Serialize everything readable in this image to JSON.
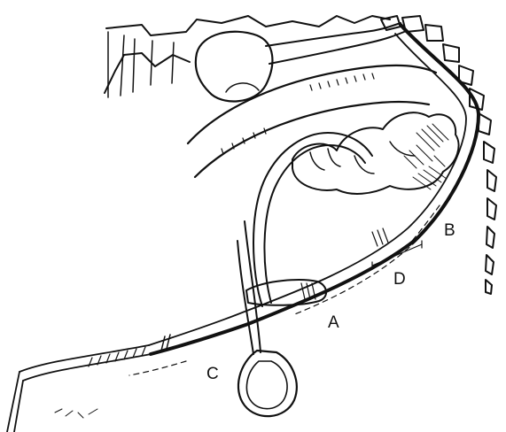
{
  "figure": {
    "labels": {
      "a": "A",
      "b": "B",
      "c": "C",
      "d": "D"
    },
    "ink_color": "#111111",
    "background_color": "#ffffff"
  }
}
